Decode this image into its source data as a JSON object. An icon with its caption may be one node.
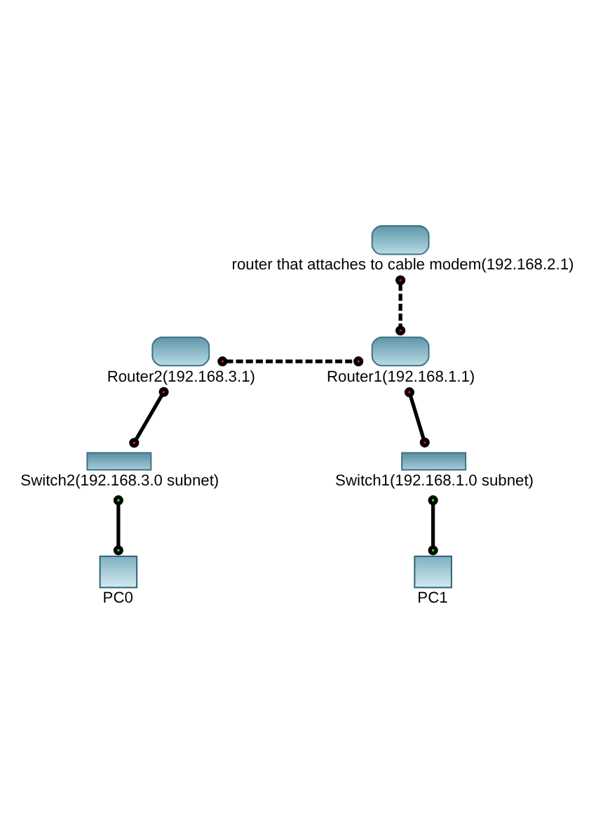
{
  "diagram": {
    "nodes": [
      {
        "text": [
          "router that attaches to cable modem(192.168.2.1)"
        ]
      },
      {
        "text": [
          "Router2(192.168.3.1)"
        ]
      },
      {
        "text": [
          "Router1(192.168.1.1)"
        ]
      },
      {
        "text": [
          "Switch2(192.168.3.0 subnet)"
        ]
      },
      {
        "text": [
          "Switch1(192.168.1.0 subnet)"
        ]
      },
      {
        "text": [
          "PC0"
        ]
      },
      {
        "text": [
          "PC1"
        ]
      }
    ],
    "edges": [
      {
        "from": 0,
        "to": 2,
        "arrow": "other",
        "style": "dashed"
      },
      {
        "from": 1,
        "to": 2,
        "arrow": "other",
        "style": "dashed"
      },
      {
        "from": 1,
        "to": 3,
        "arrow": "other"
      },
      {
        "from": 2,
        "to": 4,
        "arrow": "other"
      },
      {
        "from": 3,
        "to": 5,
        "arrow": "other"
      },
      {
        "from": 4,
        "to": 6,
        "arrow": "other"
      }
    ]
  }
}
